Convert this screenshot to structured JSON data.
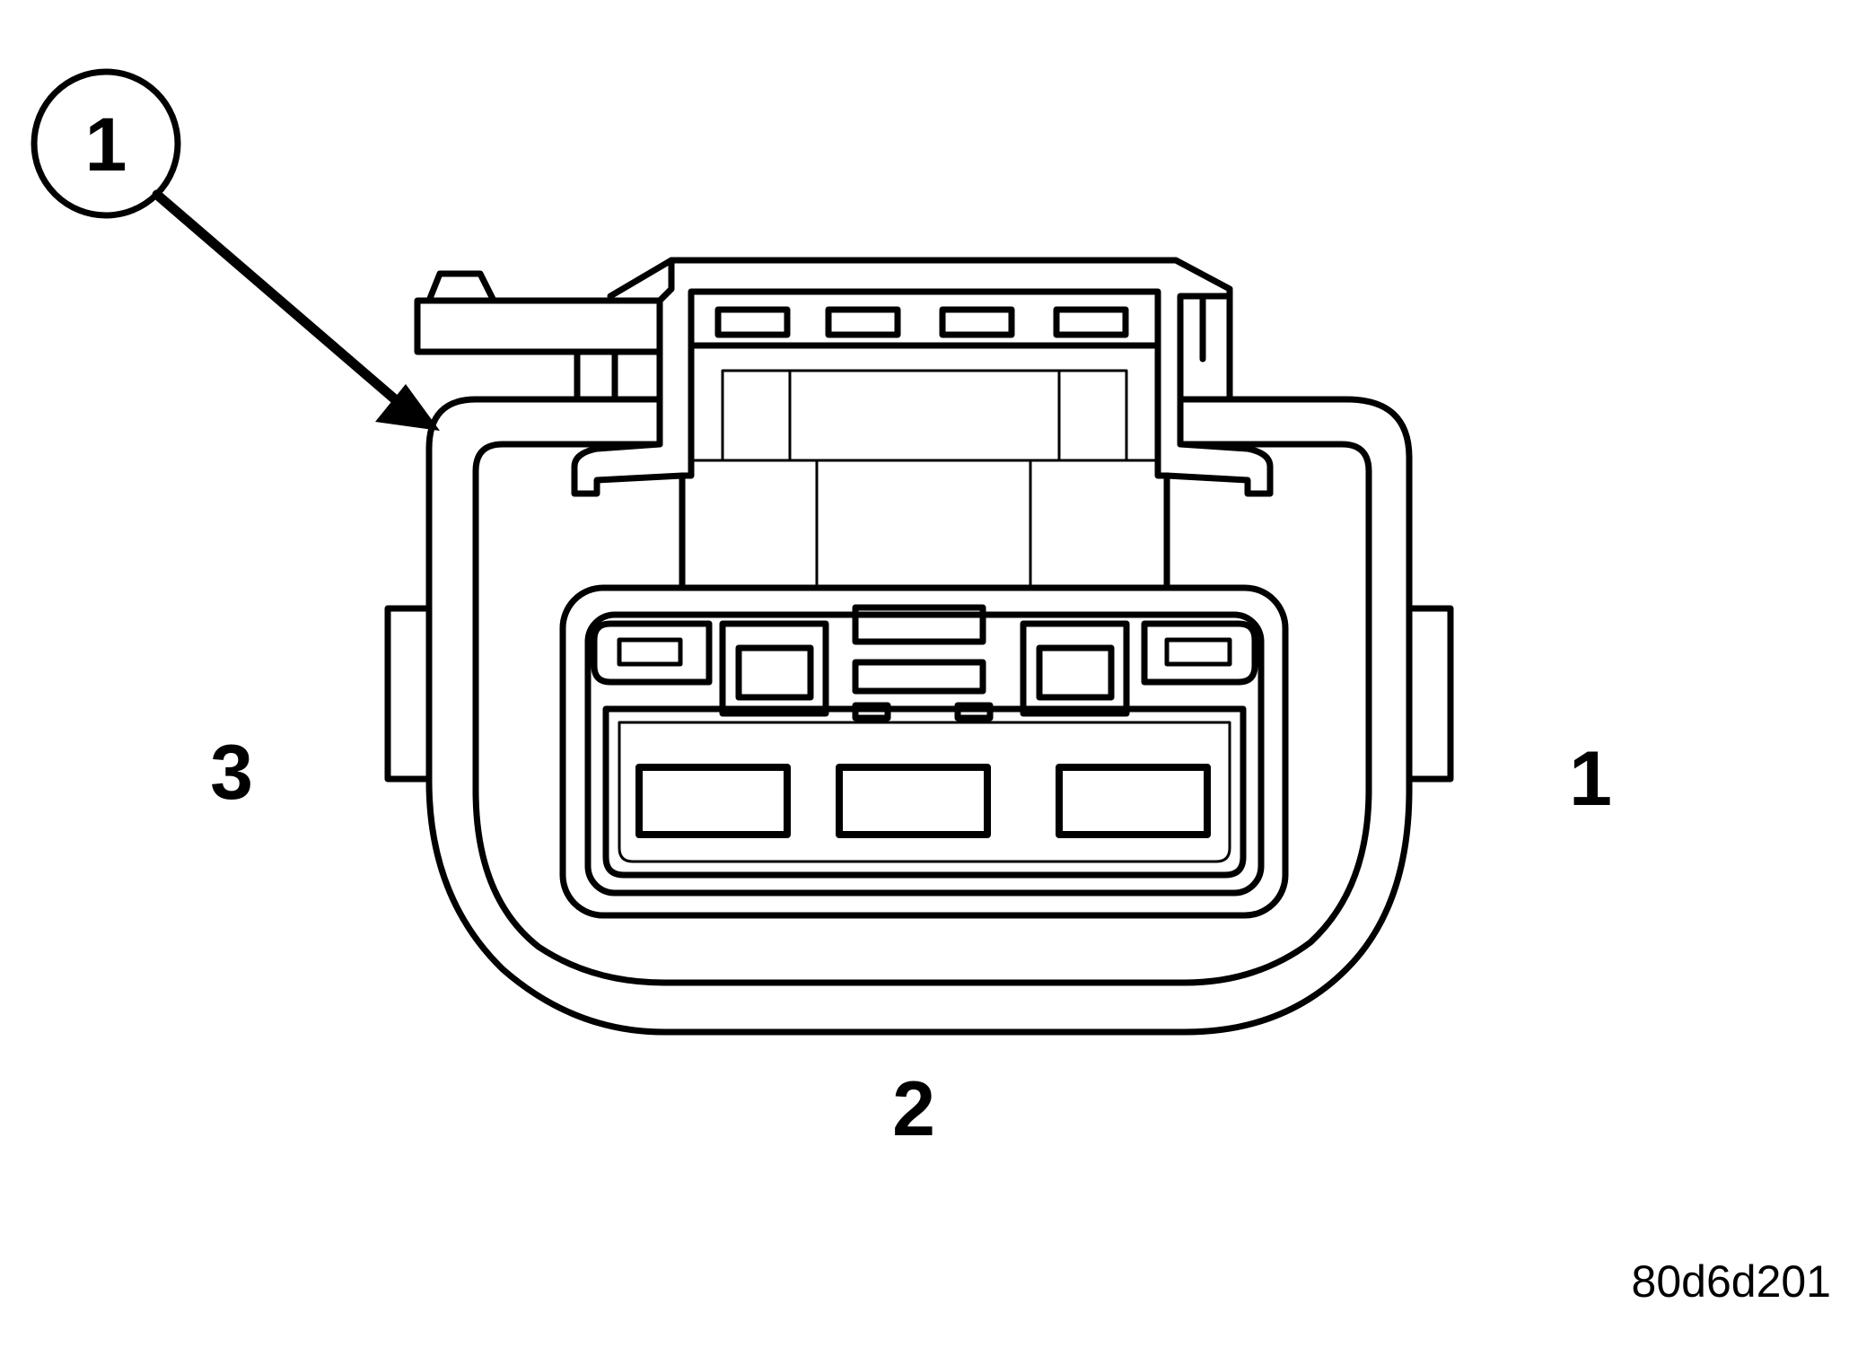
{
  "callout": {
    "number": "1"
  },
  "pin_labels": {
    "left": "3",
    "right": "1",
    "bottom": "2"
  },
  "figure_id": "80d6d201",
  "colors": {
    "line": "#000000",
    "background": "#ffffff"
  }
}
